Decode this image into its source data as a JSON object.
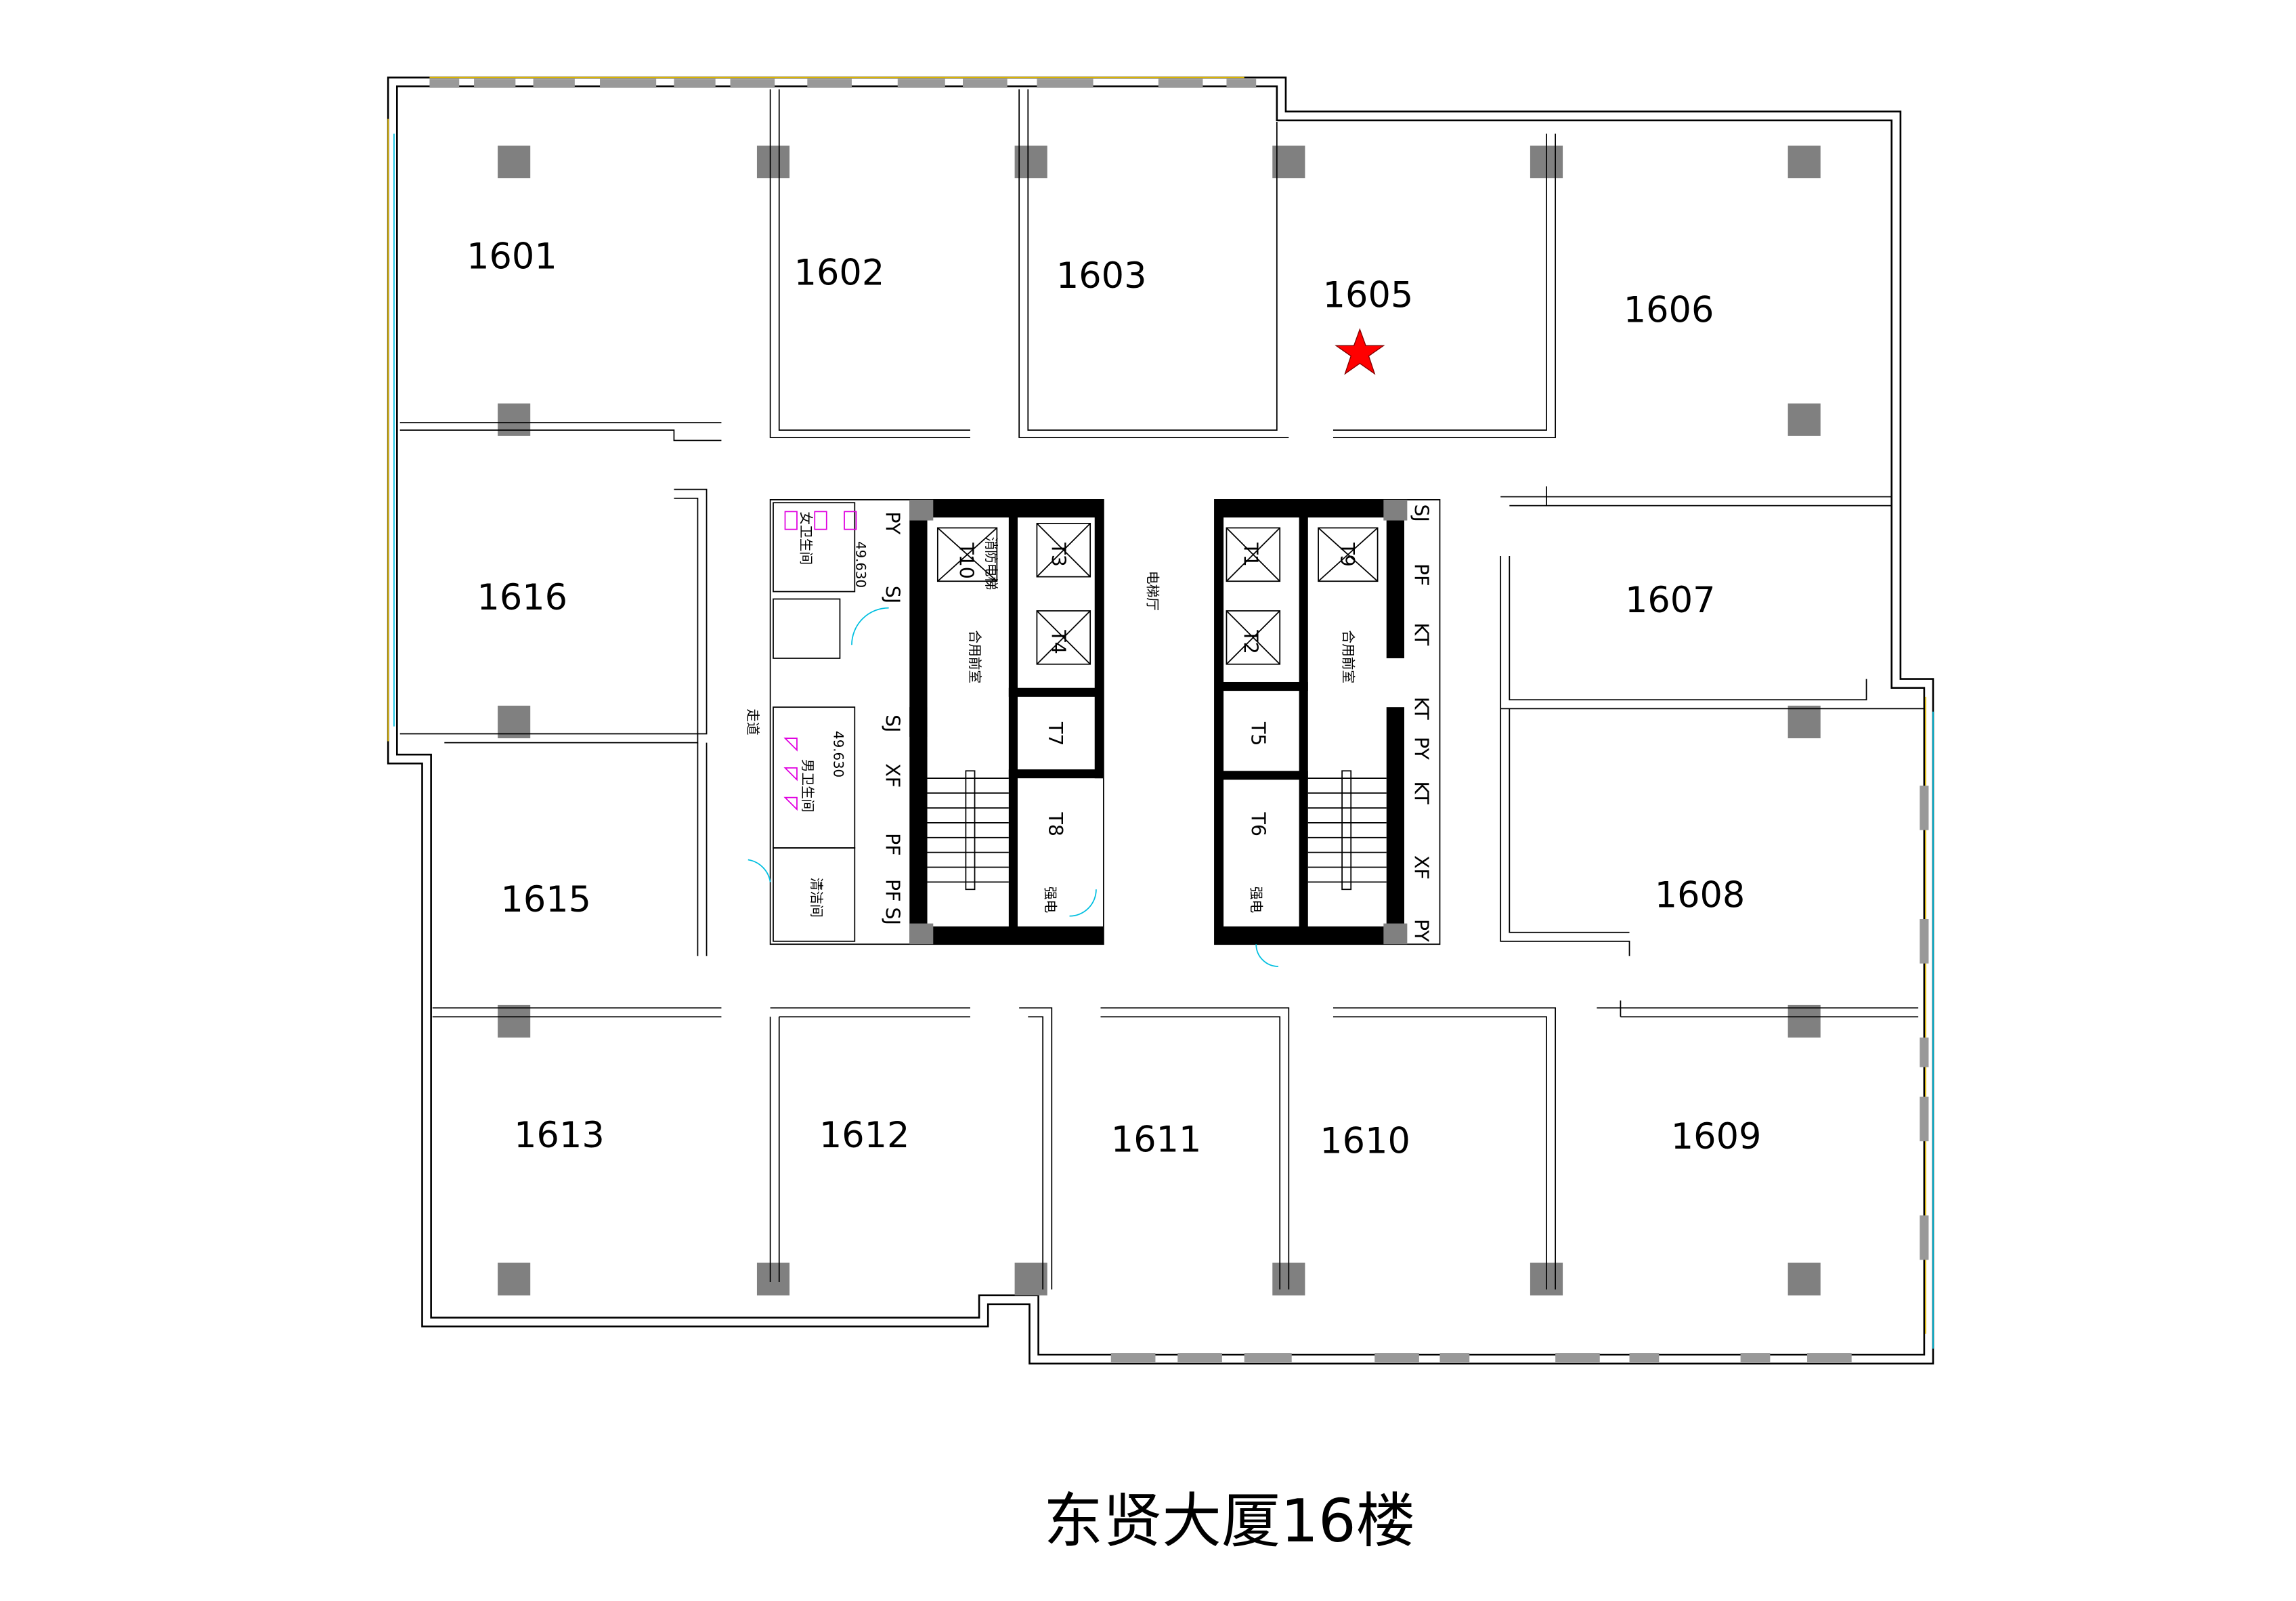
{
  "title": "东贤大厦16楼",
  "accent_colors": {
    "star": "#ff0000",
    "column": "#808080",
    "door": "#00bfe0",
    "fixture": "#e000e0"
  },
  "marker": {
    "room": "1605",
    "icon": "star-icon"
  },
  "rooms": [
    "1601",
    "1602",
    "1603",
    "1605",
    "1606",
    "1607",
    "1608",
    "1609",
    "1610",
    "1611",
    "1612",
    "1613",
    "1615",
    "1616"
  ],
  "core_labels": {
    "elevator_hall": "电梯厅",
    "shared_lobby": "合用前室",
    "fire_elevator": "消防电梯",
    "mens_wc": "男卫生间",
    "womens_wc": "女卫生间",
    "janitor": "清洁间",
    "electrical": "强电",
    "corridor": "走道",
    "level_1": "49.630",
    "level_2": "49.630"
  },
  "elevators": [
    "T1",
    "T2",
    "T3",
    "T4",
    "T5",
    "T6",
    "T7",
    "T8",
    "T9",
    "T10"
  ],
  "shafts": [
    "PY",
    "SJ",
    "SJ",
    "XF",
    "PF",
    "PF",
    "SJ",
    "SJ",
    "PF",
    "KT",
    "KT",
    "PY",
    "KT",
    "XF",
    "PY"
  ]
}
